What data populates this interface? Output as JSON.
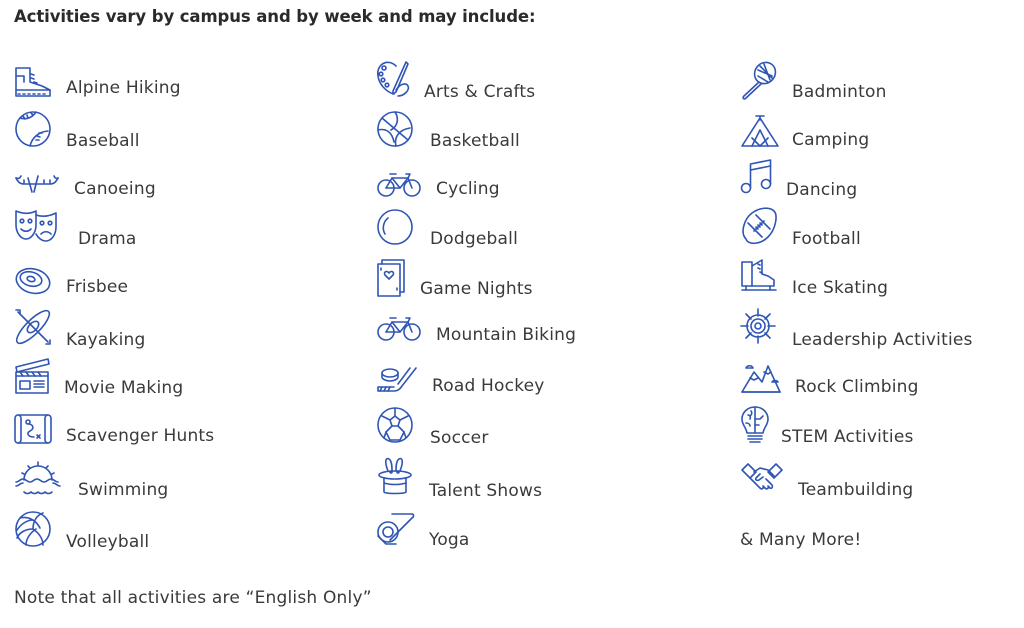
{
  "heading": "Activities vary by campus and by week and may include:",
  "icon_color": "#2f55b5",
  "columns": [
    {
      "items": [
        {
          "label": "Alpine Hiking",
          "icon": "hiking-boot-icon"
        },
        {
          "label": "Baseball",
          "icon": "baseball-icon"
        },
        {
          "label": "Canoeing",
          "icon": "canoe-icon"
        },
        {
          "label": "Drama",
          "icon": "theater-masks-icon"
        },
        {
          "label": "Frisbee",
          "icon": "frisbee-icon"
        },
        {
          "label": "Kayaking",
          "icon": "kayak-icon"
        },
        {
          "label": "Movie Making",
          "icon": "clapperboard-icon"
        },
        {
          "label": "Scavenger Hunts",
          "icon": "treasure-map-icon"
        },
        {
          "label": "Swimming",
          "icon": "sun-waves-icon"
        },
        {
          "label": "Volleyball",
          "icon": "volleyball-icon"
        }
      ]
    },
    {
      "items": [
        {
          "label": "Arts & Crafts",
          "icon": "palette-brush-icon"
        },
        {
          "label": "Basketball",
          "icon": "basketball-icon"
        },
        {
          "label": "Cycling",
          "icon": "bicycle-icon"
        },
        {
          "label": "Dodgeball",
          "icon": "ball-icon"
        },
        {
          "label": "Game Nights",
          "icon": "playing-cards-icon"
        },
        {
          "label": "Mountain Biking",
          "icon": "bicycle-icon"
        },
        {
          "label": "Road Hockey",
          "icon": "hockey-stick-puck-icon"
        },
        {
          "label": "Soccer",
          "icon": "soccer-ball-icon"
        },
        {
          "label": "Talent Shows",
          "icon": "magic-hat-rabbit-icon"
        },
        {
          "label": "Yoga",
          "icon": "yoga-mat-icon"
        }
      ]
    },
    {
      "items": [
        {
          "label": "Badminton",
          "icon": "racket-icon"
        },
        {
          "label": "Camping",
          "icon": "tent-icon"
        },
        {
          "label": "Dancing",
          "icon": "music-note-icon"
        },
        {
          "label": "Football",
          "icon": "football-icon"
        },
        {
          "label": "Ice Skating",
          "icon": "ice-skate-icon"
        },
        {
          "label": "Leadership Activities",
          "icon": "ship-wheel-icon"
        },
        {
          "label": "Rock Climbing",
          "icon": "mountains-icon"
        },
        {
          "label": "STEM Activities",
          "icon": "brain-bulb-icon"
        },
        {
          "label": "Teambuilding",
          "icon": "handshake-icon"
        }
      ],
      "more": "& Many More!"
    }
  ],
  "note": "Note that all activities are “English Only”"
}
